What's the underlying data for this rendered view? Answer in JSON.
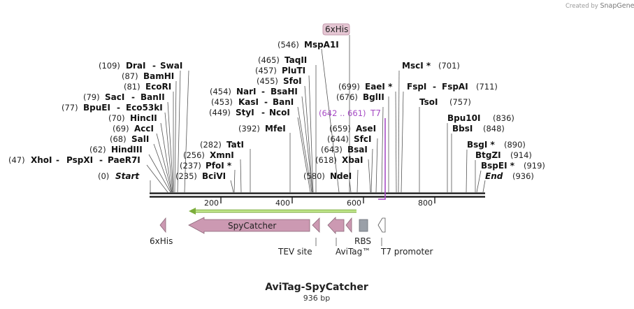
{
  "app": {
    "credit_prefix": "Created by",
    "credit_brand": "SnapGene"
  },
  "map": {
    "name": "AviTag-SpyCatcher",
    "length_label": "936 bp",
    "length": 936,
    "axis_ticks": [
      "200",
      "400",
      "600",
      "800"
    ],
    "primer": {
      "range_label": "(642 .. 661)",
      "name": "T7",
      "color": "#a64cc4"
    },
    "tag_box_label": "6xHis"
  },
  "sites": [
    {
      "id": "start",
      "pos": "(0)",
      "names": [
        "Start"
      ],
      "italic": true,
      "star": [
        false
      ]
    },
    {
      "id": "xhoi",
      "pos": "(47)",
      "names": [
        "XhoI",
        "PspXI",
        "PaeR7I"
      ],
      "star": [
        false,
        false,
        false
      ]
    },
    {
      "id": "hindiii",
      "pos": "(62)",
      "names": [
        "HindIII"
      ],
      "star": [
        false
      ]
    },
    {
      "id": "sali",
      "pos": "(68)",
      "names": [
        "SalI"
      ],
      "star": [
        false
      ]
    },
    {
      "id": "acci",
      "pos": "(69)",
      "names": [
        "AccI"
      ],
      "star": [
        false
      ]
    },
    {
      "id": "hincii",
      "pos": "(70)",
      "names": [
        "HincII"
      ],
      "star": [
        false
      ]
    },
    {
      "id": "bpuei",
      "pos": "(77)",
      "names": [
        "BpuEI",
        "Eco53kI"
      ],
      "star": [
        false,
        false
      ]
    },
    {
      "id": "saci",
      "pos": "(79)",
      "names": [
        "SacI",
        "BanII"
      ],
      "star": [
        false,
        false
      ]
    },
    {
      "id": "ecori",
      "pos": "(81)",
      "names": [
        "EcoRI"
      ],
      "star": [
        false
      ]
    },
    {
      "id": "bamhi",
      "pos": "(87)",
      "names": [
        "BamHI"
      ],
      "star": [
        false
      ]
    },
    {
      "id": "drai",
      "pos": "(109)",
      "names": [
        "DraI",
        "SwaI"
      ],
      "star": [
        false,
        false
      ]
    },
    {
      "id": "bcivi",
      "pos": "(235)",
      "names": [
        "BciVI"
      ],
      "star": [
        false
      ]
    },
    {
      "id": "pfoi",
      "pos": "(237)",
      "names": [
        "PfoI"
      ],
      "star": [
        true
      ]
    },
    {
      "id": "xmni",
      "pos": "(256)",
      "names": [
        "XmnI"
      ],
      "star": [
        false
      ]
    },
    {
      "id": "tati",
      "pos": "(282)",
      "names": [
        "TatI"
      ],
      "star": [
        false
      ]
    },
    {
      "id": "mfei",
      "pos": "(392)",
      "names": [
        "MfeI"
      ],
      "star": [
        false
      ]
    },
    {
      "id": "styi",
      "pos": "(449)",
      "names": [
        "StyI",
        "NcoI"
      ],
      "star": [
        false,
        false
      ]
    },
    {
      "id": "kasi",
      "pos": "(453)",
      "names": [
        "KasI",
        "BanI"
      ],
      "star": [
        false,
        false
      ]
    },
    {
      "id": "nari",
      "pos": "(454)",
      "names": [
        "NarI",
        "BsaHI"
      ],
      "star": [
        false,
        false
      ]
    },
    {
      "id": "sfoi",
      "pos": "(455)",
      "names": [
        "SfoI"
      ],
      "star": [
        false
      ]
    },
    {
      "id": "pluti",
      "pos": "(457)",
      "names": [
        "PluTI"
      ],
      "star": [
        false
      ]
    },
    {
      "id": "taqii",
      "pos": "(465)",
      "names": [
        "TaqII"
      ],
      "star": [
        false
      ]
    },
    {
      "id": "mspa1i",
      "pos": "(546)",
      "names": [
        "MspA1I"
      ],
      "star": [
        false
      ]
    },
    {
      "id": "ndei",
      "pos": "(580)",
      "names": [
        "NdeI"
      ],
      "star": [
        false
      ]
    },
    {
      "id": "xbai",
      "pos": "(618)",
      "names": [
        "XbaI"
      ],
      "star": [
        false
      ]
    },
    {
      "id": "bsai",
      "pos": "(643)",
      "names": [
        "BsaI"
      ],
      "star": [
        false
      ]
    },
    {
      "id": "sfci",
      "pos": "(644)",
      "names": [
        "SfcI"
      ],
      "star": [
        false
      ]
    },
    {
      "id": "asei",
      "pos": "(659)",
      "names": [
        "AseI"
      ],
      "star": [
        false
      ]
    },
    {
      "id": "bglii",
      "pos": "(676)",
      "names": [
        "BglII"
      ],
      "star": [
        false
      ]
    },
    {
      "id": "eaei",
      "pos": "(699)",
      "names": [
        "EaeI"
      ],
      "star": [
        true
      ]
    },
    {
      "id": "msci",
      "pos": "(701)",
      "names": [
        "MscI"
      ],
      "star": [
        true
      ]
    },
    {
      "id": "fspi",
      "pos": "(711)",
      "names": [
        "FspI",
        "FspAI"
      ],
      "star": [
        false,
        false
      ]
    },
    {
      "id": "tsoi",
      "pos": "(757)",
      "names": [
        "TsoI"
      ],
      "star": [
        false
      ]
    },
    {
      "id": "bpu10i",
      "pos": "(836)",
      "names": [
        "Bpu10I"
      ],
      "star": [
        false
      ]
    },
    {
      "id": "bbsi",
      "pos": "(848)",
      "names": [
        "BbsI"
      ],
      "star": [
        false
      ]
    },
    {
      "id": "bsgi",
      "pos": "(890)",
      "names": [
        "BsgI"
      ],
      "star": [
        true
      ]
    },
    {
      "id": "btgzi",
      "pos": "(914)",
      "names": [
        "BtgZI"
      ],
      "star": [
        false
      ]
    },
    {
      "id": "bspei",
      "pos": "(919)",
      "names": [
        "BspEI"
      ],
      "star": [
        true
      ]
    },
    {
      "id": "end",
      "pos": "(936)",
      "names": [
        "End"
      ],
      "italic": true,
      "star": [
        false
      ]
    }
  ],
  "features": [
    {
      "id": "6xhis",
      "label": "6xHis",
      "type": "CDS",
      "color": "#cc99b2"
    },
    {
      "id": "spycatcher",
      "label": "SpyCatcher",
      "type": "CDS",
      "color": "#cc99b2"
    },
    {
      "id": "tev",
      "label": "TEV site",
      "type": "CDS",
      "color": "#cc99b2"
    },
    {
      "id": "avitag",
      "label": "AviTag™",
      "type": "CDS",
      "color": "#cc99b2"
    },
    {
      "id": "rbs",
      "label": "RBS",
      "type": "RBS",
      "color": "#9aa0a8"
    },
    {
      "id": "t7promoter",
      "label": "T7 promoter",
      "type": "promoter",
      "color": "#ffffff"
    }
  ],
  "colors": {
    "backbone": "#111111",
    "orf_arrow": "#b7e07c",
    "cds": "#cc99b2",
    "primer": "#a64cc4"
  }
}
